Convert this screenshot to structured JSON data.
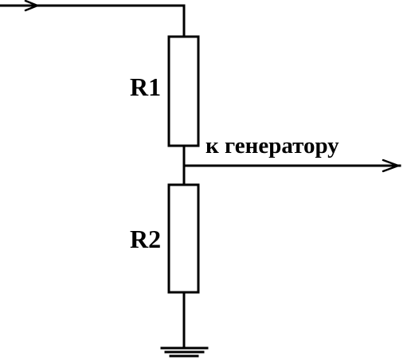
{
  "diagram": {
    "labels": {
      "r1": "R1",
      "r2": "R2",
      "output": "к генератору"
    },
    "colors": {
      "line": "#000000",
      "background": "#ffffff"
    },
    "icons": {
      "input_arrow": "arrow-right-icon",
      "output_arrow": "arrow-right-icon",
      "ground": "ground-icon"
    }
  }
}
